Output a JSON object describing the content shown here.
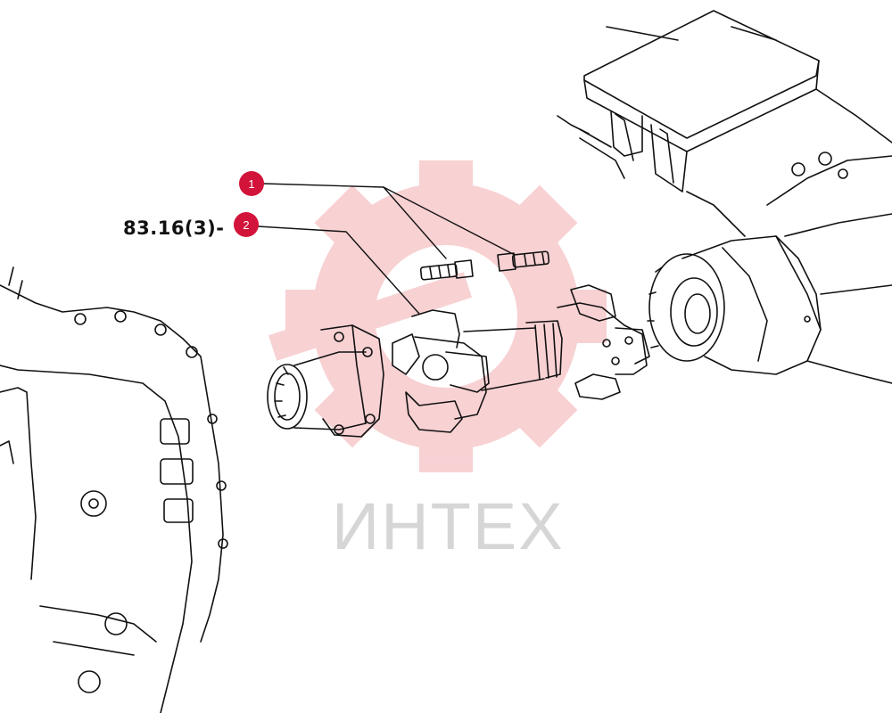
{
  "reference_label": "83.16(3)-",
  "callouts": [
    {
      "number": "1",
      "color": "#d2143a"
    },
    {
      "number": "2",
      "color": "#d2143a"
    }
  ],
  "watermark": {
    "text": "ИНТЕХ",
    "gear_color": "#f7c9cc"
  },
  "line_color": "#111111"
}
